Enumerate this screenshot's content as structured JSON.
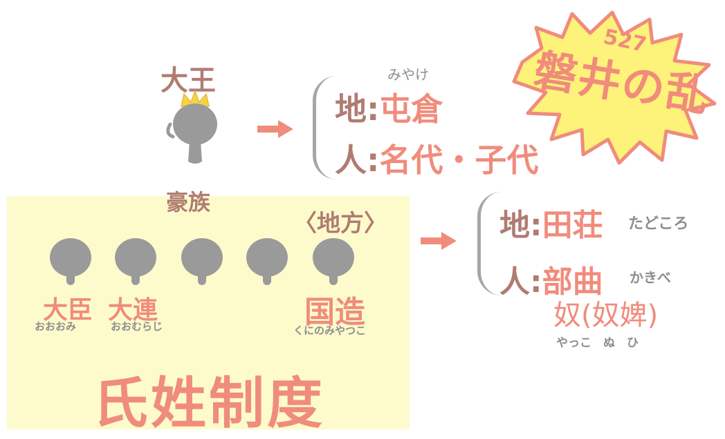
{
  "ruler": {
    "title": "大王",
    "clan_label": "豪族"
  },
  "upper_list": {
    "land_label": "地",
    "land_sep": ":",
    "land_value": "屯倉",
    "land_reading": "みやけ",
    "people_label": "人",
    "people_sep": ":",
    "people_value": "名代・子代"
  },
  "rebellion": {
    "year": "527",
    "name": "磐井の乱"
  },
  "local": {
    "region_label": "〈地方〉",
    "ranks": [
      {
        "name": "大臣",
        "reading": "おおおみ"
      },
      {
        "name": "大連",
        "reading": "おおむらじ"
      },
      {
        "name": "国造",
        "reading": "くにのみやつこ"
      }
    ],
    "system_title": "氏姓制度"
  },
  "lower_list": {
    "land_label": "地",
    "land_sep": ":",
    "land_value": "田荘",
    "land_reading": "たどころ",
    "people_label": "人",
    "people_sep": ":",
    "people_value": "部曲",
    "people_reading": "かきべ",
    "slave_value": "奴(奴婢)",
    "slave_reading": "やっこ　ぬ　ひ"
  },
  "colors": {
    "brown": "#b07c72",
    "salmon": "#f08c7c",
    "grey": "#9a9a9a",
    "yellow_panel": "#fdfbcc",
    "burst_fill": "#fdf27a",
    "crown": "#f5d24a"
  }
}
